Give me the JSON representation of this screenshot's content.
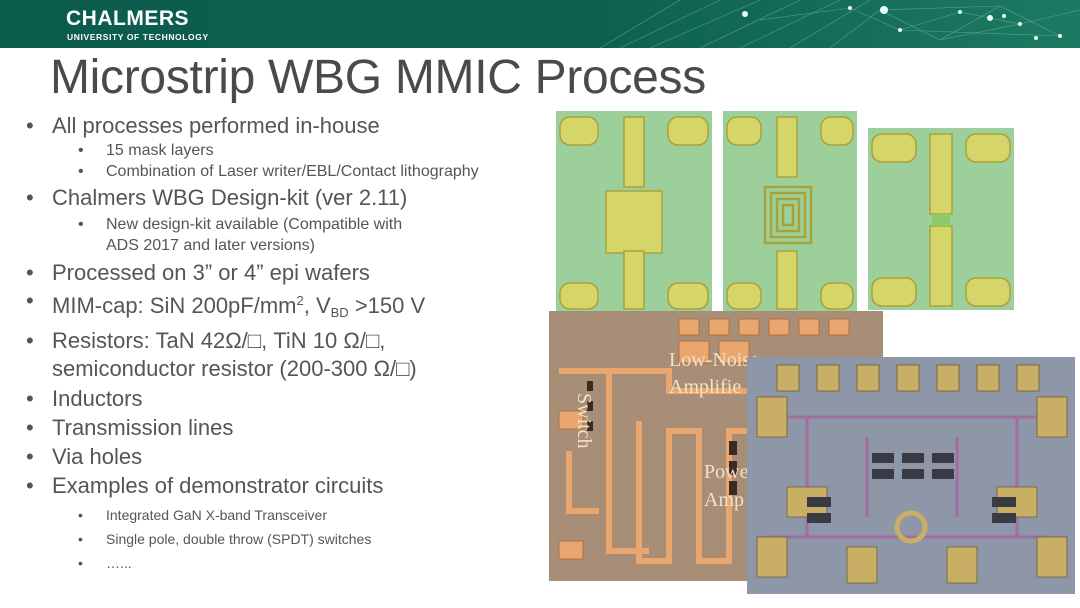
{
  "header": {
    "logo_main": "CHALMERS",
    "logo_sub": "UNIVERSITY OF TECHNOLOGY",
    "accent_color": "#0c5c4e"
  },
  "slide": {
    "title": "Microstrip WBG MMIC Process",
    "bullets": {
      "b1": "All processes performed in-house",
      "b1_s1": "15 mask layers",
      "b1_s2": "Combination of Laser writer/EBL/Contact lithography",
      "b2": "Chalmers WBG Design-kit (ver 2.11)",
      "b2_s1_line1": "New design-kit available (Compatible with",
      "b2_s1_line2": "ADS 2017 and later versions)",
      "b3": "Processed on 3” or 4” epi wafers",
      "b4_pre": "MIM-cap: SiN 200pF/mm",
      "b4_sup": "2",
      "b4_mid": ", V",
      "b4_sub": "BD",
      "b4_post": " >150 V",
      "b5_line1": "Resistors: TaN 42Ω/□, TiN 10 Ω/□,",
      "b5_line2": "semiconductor resistor (200-300 Ω/□)",
      "b6": "Inductors",
      "b7": "Transmission lines",
      "b8": "Via holes",
      "b9": "Examples of demonstrator circuits",
      "b9_s1": "Integrated GaN X-band Transceiver",
      "b9_s2": "Single pole, double throw (SPDT) switches",
      "b9_s3": "…..."
    }
  },
  "photos": {
    "overlay_low_noise": "Low-Noise",
    "overlay_amplifier": "Amplifie",
    "overlay_switch": "Switch",
    "overlay_power": "Powe",
    "overlay_power_amp": "Amp"
  }
}
